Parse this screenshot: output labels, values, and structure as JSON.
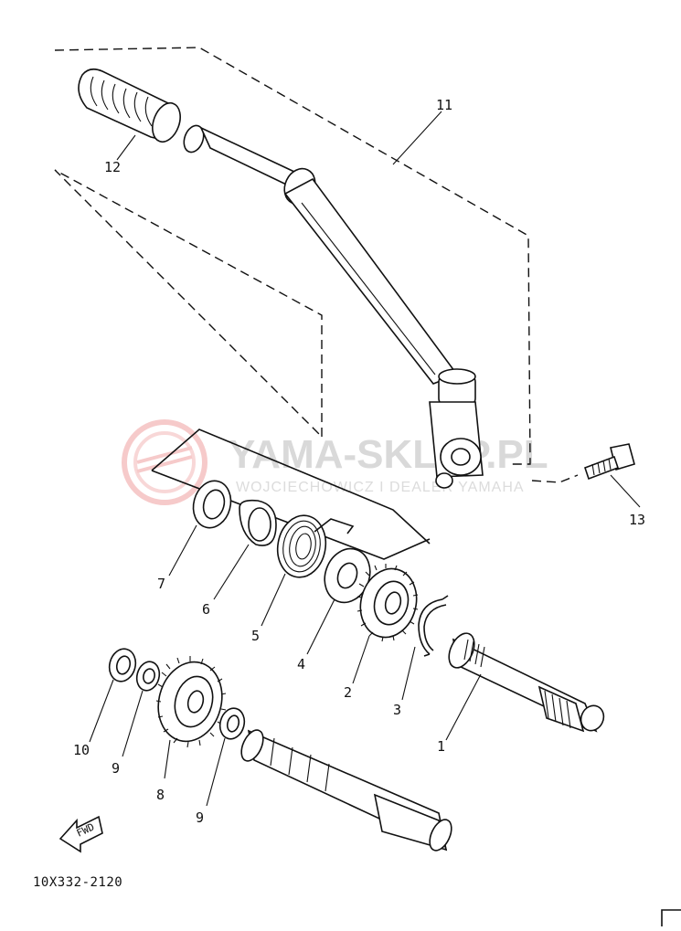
{
  "diagram": {
    "callouts": {
      "p1": "1",
      "p2": "2",
      "p3": "3",
      "p4": "4",
      "p5": "5",
      "p6": "6",
      "p7": "7",
      "p8": "8",
      "p9a": "9",
      "p9b": "9",
      "p10": "10",
      "p11": "11",
      "p12": "12",
      "p13": "13"
    },
    "fwd_label": "FWD",
    "drawing_code": "10X332-2120"
  },
  "watermark": {
    "brand": "YAMA-SKLEP.PL",
    "tagline": "WOJCIECHOWICZ I DEALER YAMAHA"
  }
}
